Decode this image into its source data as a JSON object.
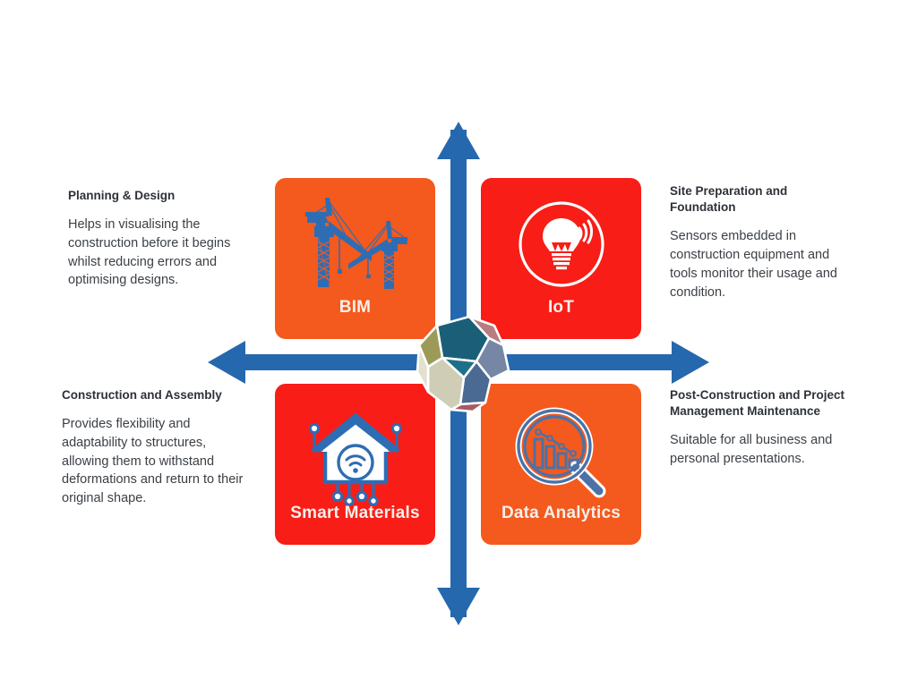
{
  "diagram": {
    "type": "quadrant-matrix",
    "background_color": "#FFFFFF",
    "axis": {
      "color": "#2568AE",
      "up_arrow_name": "axis-arrow-up",
      "down_arrow_name": "axis-arrow-down",
      "left_arrow_name": "axis-arrow-left",
      "right_arrow_name": "axis-arrow-right"
    },
    "center": {
      "name": "dodecahedron-graphic",
      "face_colors": [
        "#18586E",
        "#1F6F8B",
        "#6C7FA0",
        "#4A6A92",
        "#D6D3BE",
        "#C9C9B0",
        "#9A9A5E",
        "#B97A7E",
        "#A85A62"
      ]
    }
  },
  "cards": [
    {
      "id": "bim",
      "label": "BIM",
      "background": "#F4591E",
      "icon_color": "#2E6DB4",
      "icon_name": "tower-cranes-icon",
      "label_color": "#F4F0EA"
    },
    {
      "id": "iot",
      "label": "IoT",
      "background": "#F81D16",
      "icon_color": "#FFFFFF",
      "icon_name": "lightbulb-wifi-circle-icon",
      "label_color": "#F4F0EA"
    },
    {
      "id": "smart",
      "label": "Smart Materials",
      "background": "#F81D16",
      "icon_color": "#2E6DB4",
      "icon_name": "smart-home-wifi-circuit-icon",
      "label_color": "#F4F0EA"
    },
    {
      "id": "data",
      "label": "Data Analytics",
      "background": "#F4591E",
      "icon_color": "#4A72A8",
      "icon_name": "magnifier-bar-chart-icon",
      "label_color": "#F4F0EA"
    }
  ],
  "quadrants": {
    "top_left": {
      "title": "Planning & Design",
      "body": "Helps in visualising the construction before it begins whilst reducing errors and optimising designs."
    },
    "top_right": {
      "title": "Site Preparation and Foundation",
      "body": "Sensors embedded in construction equipment and tools monitor their usage and condition."
    },
    "bottom_left": {
      "title": "Construction and Assembly",
      "body": "Provides flexibility and adaptability to structures, allowing them to withstand deformations and return to their original shape."
    },
    "bottom_right": {
      "title": "Post-Construction and Project Management Maintenance",
      "body": "Suitable for all business and personal presentations."
    }
  }
}
